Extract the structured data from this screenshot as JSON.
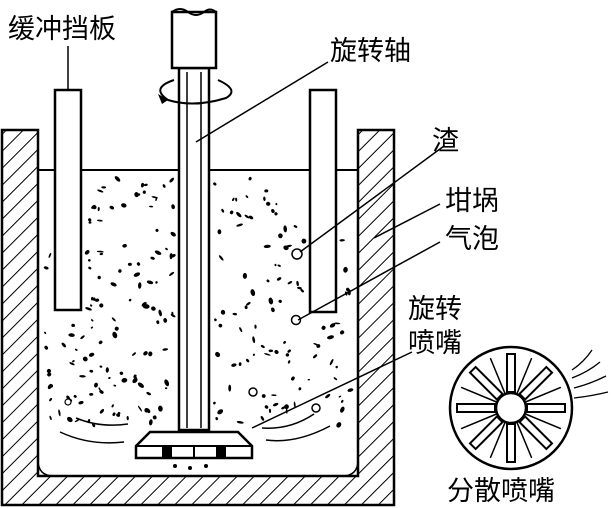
{
  "labels": {
    "baffle": "缓冲挡板",
    "shaft": "旋转轴",
    "slag": "渣",
    "crucible": "坩埚",
    "bubble": "气泡",
    "nozzle_line1": "旋转",
    "nozzle_line2": "喷嘴",
    "dispersion_nozzle": "分散喷嘴"
  },
  "colors": {
    "ink": "#000000",
    "paper": "#ffffff"
  }
}
